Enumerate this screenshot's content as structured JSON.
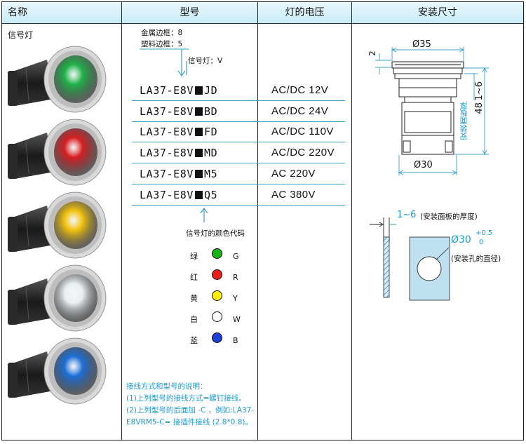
{
  "header": {
    "name": "名称",
    "model": "型号",
    "voltage": "灯的电压",
    "dims": "安装尺寸"
  },
  "left": {
    "item": "信号灯"
  },
  "model_notes": {
    "metal": "金属边框：8",
    "plastic": "塑料边框：5",
    "lamp": "信号灯：V"
  },
  "models": [
    {
      "prefix": "LA37-E8V",
      "suffix": "JD",
      "voltage": "AC/DC 12V"
    },
    {
      "prefix": "LA37-E8V",
      "suffix": "BD",
      "voltage": "AC/DC 24V"
    },
    {
      "prefix": "LA37-E8V",
      "suffix": "FD",
      "voltage": "AC/DC 110V"
    },
    {
      "prefix": "LA37-E8V",
      "suffix": "MD",
      "voltage": "AC/DC 220V"
    },
    {
      "prefix": "LA37-E8V",
      "suffix": "M5",
      "voltage": "AC 220V"
    },
    {
      "prefix": "LA37-E8V",
      "suffix": "Q5",
      "voltage": "AC 380V"
    }
  ],
  "color_code_title": "信号灯的颜色代码",
  "colors": [
    {
      "zh": "绿",
      "code": "G",
      "hex": "#16b316"
    },
    {
      "zh": "红",
      "code": "R",
      "hex": "#ee1c1c"
    },
    {
      "zh": "黄",
      "code": "Y",
      "hex": "#ffee00"
    },
    {
      "zh": "白",
      "code": "W",
      "hex": "#ffffff"
    },
    {
      "zh": "蓝",
      "code": "B",
      "hex": "#1f3fd6"
    }
  ],
  "lamp_colors": [
    "#1fb34a",
    "#d81e22",
    "#f2c20c",
    "#e8eef2",
    "#1d6fd8"
  ],
  "notes": {
    "title": "接线方式和型号的说明：",
    "line1": "(1)上列型号的接线方式=螺钉接线。",
    "line2": "(2)上列型号的后面加 -C ，例如:LA37-",
    "line3": "E8VRM5-C= 接插件接线 (2.8*0.8)。"
  },
  "drawing": {
    "d35": "Ø35",
    "two": "2",
    "d30": "Ø30",
    "range": "1~6",
    "h48": "48",
    "panel": "安装面板厚",
    "thick_range": "1~6",
    "thick_note": "(安装面板的厚度)",
    "hole_d": "Ø30",
    "tol_plus": "+0.5",
    "tol_zero": "0",
    "hole_note": "(安装孔的直径)"
  },
  "accent": "#1a9bd0"
}
